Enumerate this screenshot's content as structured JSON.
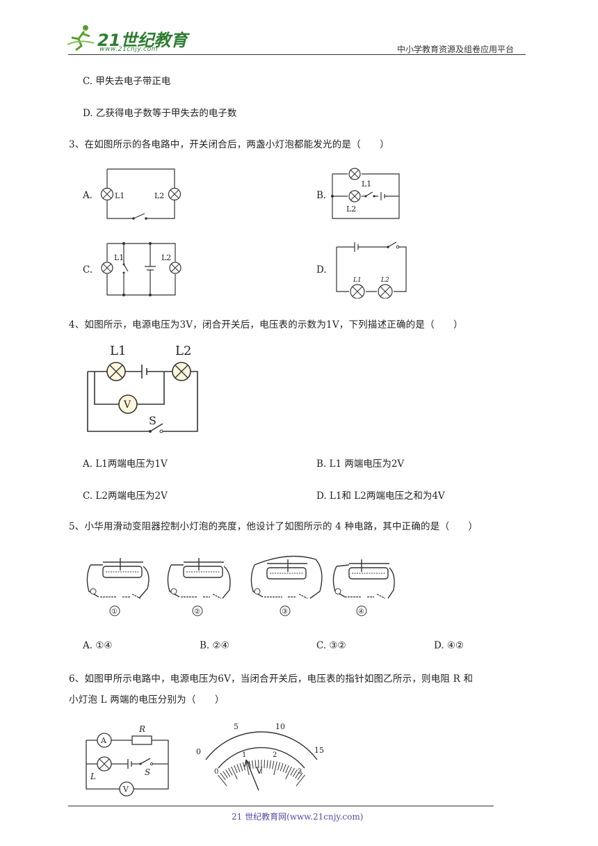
{
  "header": {
    "logo_main": "21世纪教育",
    "logo_sub": "www.21cnjy.com",
    "right_text": "中小学教育资源及组卷应用平台"
  },
  "q2_tail": {
    "opt_c": "C. 甲失去电子带正电",
    "opt_d": "D. 乙获得电子数等于甲失去的电子数"
  },
  "q3": {
    "stem": "3、在如图所示的各电路中，开关闭合后，两盏小灯泡都能发光的是（　　）",
    "labels": [
      "A.",
      "B.",
      "C.",
      "D."
    ],
    "fig": {
      "l1": "L1",
      "l2": "L2",
      "ll1": "L1",
      "ll2": "L2"
    }
  },
  "q4": {
    "stem": "4、如图所示，电源电压为3V，闭合开关后，电压表的示数为1V，下列描述正确的是（　　）",
    "fig": {
      "l1": "L1",
      "l2": "L2",
      "v": "V",
      "s": "S"
    },
    "opt_a": "A. L1两端电压为1V",
    "opt_b": "B. L1 两端电压为2V",
    "opt_c": "C. L2两端电压为2V",
    "opt_d": "D. L1和 L2两端电压之和为4V"
  },
  "q5": {
    "stem": "5、小华用滑动变阻器控制小灯泡的亮度，他设计了如图所示的 4 种电路，其中正确的是（　　）",
    "fig_labels": [
      "①",
      "②",
      "③",
      "④"
    ],
    "opt_a": "A. ①④",
    "opt_b": "B. ②④",
    "opt_c": "C. ③②",
    "opt_d": "D. ④②"
  },
  "q6": {
    "stem_line1": "6、如图甲所示电路中，电源电压为6V，当闭合开关后，电压表的指针如图乙所示，则电阻 R 和",
    "stem_line2": "小灯泡 L 两端的电压分别为（　　）",
    "fig": {
      "a": "A",
      "r": "R",
      "l": "L",
      "s": "S",
      "v": "V"
    },
    "meter": {
      "outer": [
        "0",
        "5",
        "10",
        "15"
      ],
      "inner": [
        "0",
        "1",
        "2",
        "3"
      ],
      "unit": "V"
    }
  },
  "footer": {
    "text": "21 世纪教育网(www.21cnjy.com)"
  }
}
